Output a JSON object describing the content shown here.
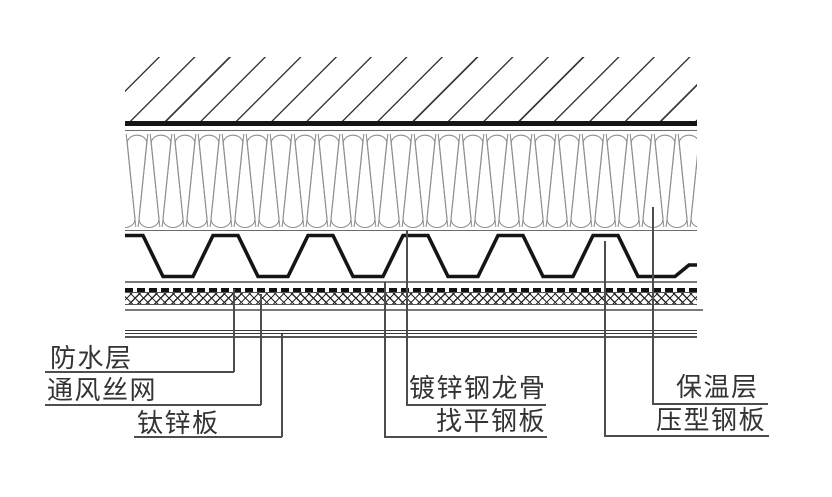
{
  "diagram": {
    "type": "construction-detail-section",
    "labels": [
      {
        "id": "waterproof-layer",
        "text": "防水层"
      },
      {
        "id": "ventilation-wire-mesh",
        "text": "通风丝网"
      },
      {
        "id": "titanium-zinc-panel",
        "text": "钛锌板"
      },
      {
        "id": "galvanized-steel-keel",
        "text": "镀锌钢龙骨"
      },
      {
        "id": "leveling-steel-plate",
        "text": "找平钢板"
      },
      {
        "id": "insulation-layer",
        "text": "保温层"
      },
      {
        "id": "profiled-steel-sheet",
        "text": "压型钢板"
      }
    ],
    "colors": {
      "background": "#ffffff",
      "dark_line": "#1a1a1a",
      "gray_line": "#7a7a7a",
      "insulation_stroke": "#8f8f8f",
      "leader": "#4d4d4d",
      "label_text": "#333333"
    }
  }
}
